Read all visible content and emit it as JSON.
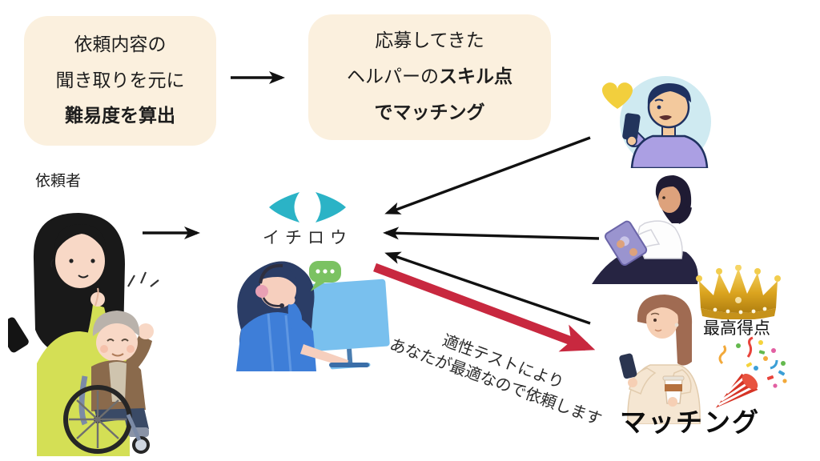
{
  "flow_boxes": {
    "difficulty_box": {
      "line1": "依頼内容の",
      "line2": "聞き取りを元に",
      "line3_bold": "難易度を算出"
    },
    "skill_box": {
      "line1": "応募してきた",
      "line2_regular": "ヘルパーの",
      "line2_bold": "スキル点",
      "line3_bold": "でマッチング"
    }
  },
  "labels": {
    "requester": "依頼者",
    "logo": "イチロウ",
    "top_score": "最高得点",
    "matching": "マッチング"
  },
  "red_arrow_note": {
    "line1": "適性テストにより",
    "line2": "あなたが最適なので依頼します"
  },
  "icons": {
    "logo_mark": "teal-double-chevron-logo-icon",
    "speech_bubble": "green-chat-dots-icon",
    "heart": "yellow-heart-icon",
    "crown": "gold-crown-icon",
    "party_popper": "party-popper-icon"
  },
  "colors": {
    "box_bg": "#fbf0de",
    "logo_teal": "#2bb3c6",
    "arrow_black": "#111111",
    "arrow_red": "#c8283f",
    "bubble_green": "#7bc262",
    "crown_gold": "#d9a520"
  }
}
